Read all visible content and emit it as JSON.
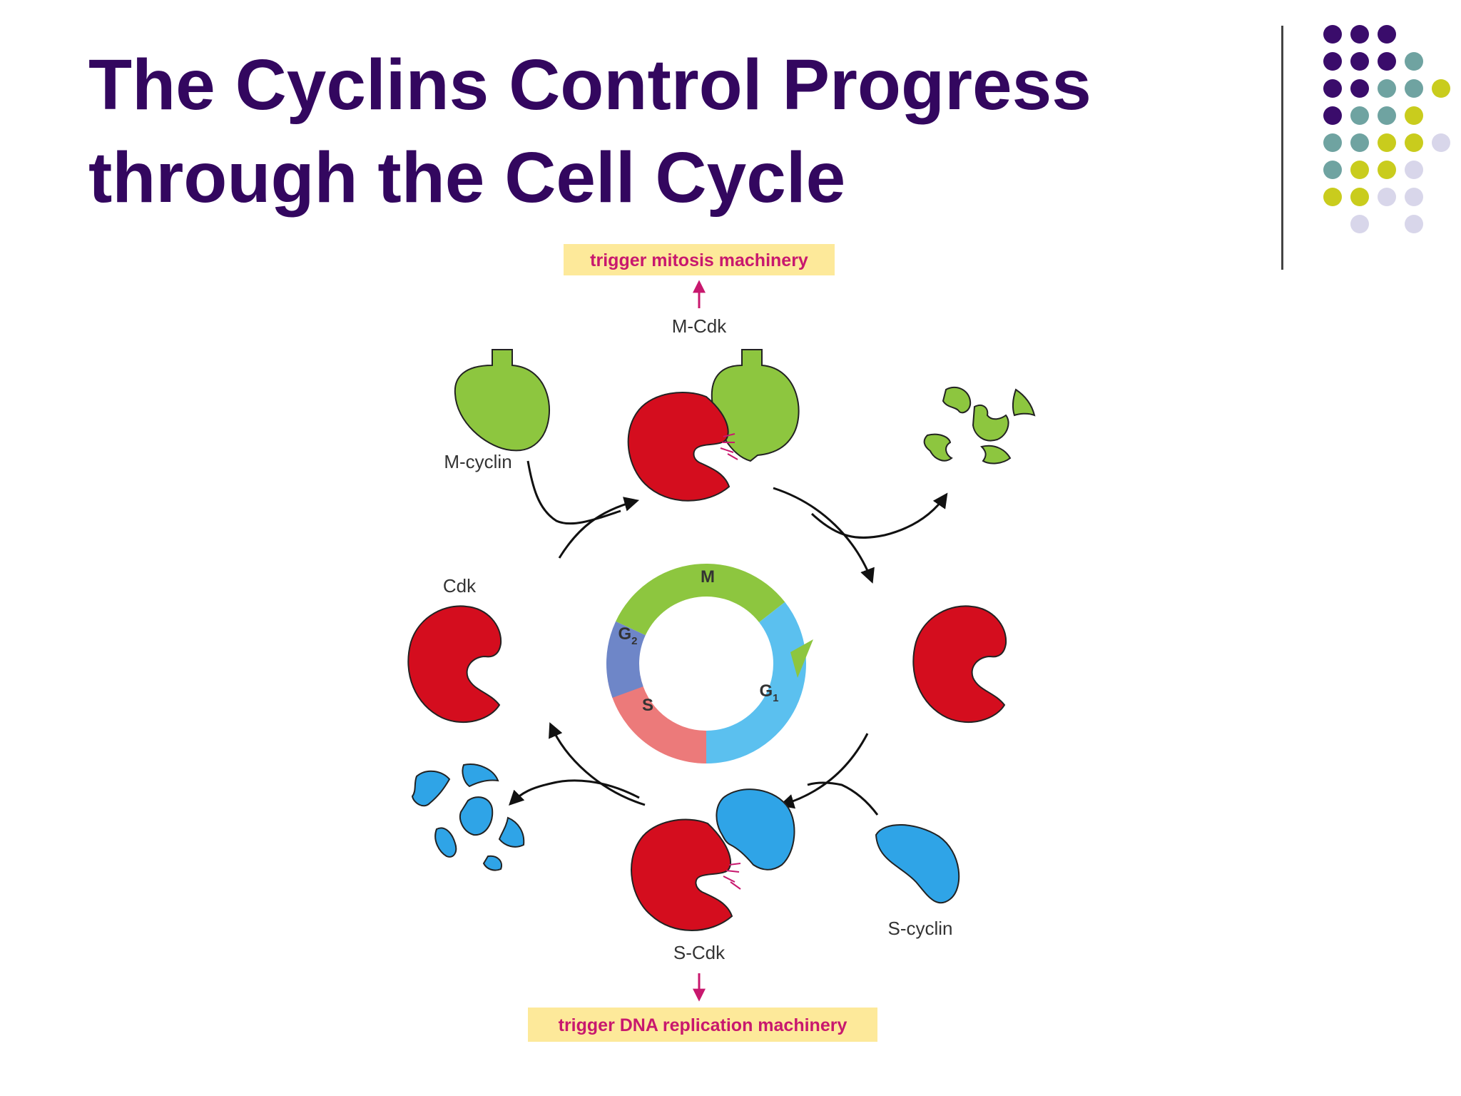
{
  "title": {
    "line1": "The Cyclins Control Progress",
    "line2": "through the Cell Cycle"
  },
  "colors": {
    "title": "#33075f",
    "cdk": "#d40d1e",
    "m_cyclin": "#8dc63f",
    "s_cyclin": "#2fa4e7",
    "phase_m": "#8dc63f",
    "phase_g1": "#5bc0ef",
    "phase_s": "#ec7a7a",
    "phase_g2": "#6e86c8",
    "trigger_box": "#fde99a",
    "trigger_text": "#c8186e",
    "trigger_arrow": "#c8186e",
    "dot_purple": "#3a0c6b",
    "dot_teal": "#6fa3a1",
    "dot_olive": "#c9cc1d",
    "dot_lavender": "#d8d6ea"
  },
  "diagram": {
    "trigger_top": "trigger mitosis machinery",
    "trigger_bottom": "trigger DNA replication machinery",
    "m_cdk": "M-Cdk",
    "m_cyclin": "M-cyclin",
    "cdk": "Cdk",
    "s_cdk": "S-Cdk",
    "s_cyclin": "S-cyclin",
    "phases": {
      "m": "M",
      "g2": "G",
      "g2_sub": "2",
      "s": "S",
      "g1": "G",
      "g1_sub": "1"
    }
  }
}
